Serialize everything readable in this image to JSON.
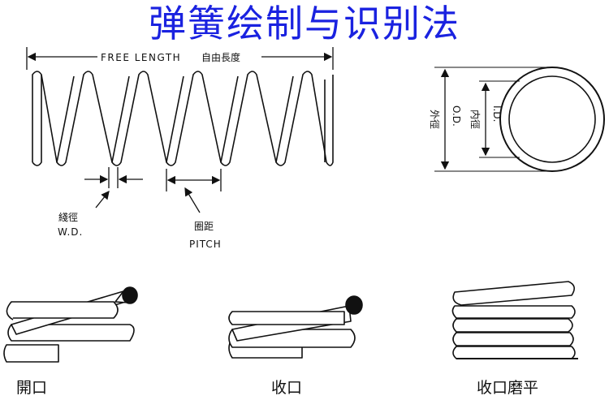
{
  "title": "弹簧绘制与识别法",
  "free_length": {
    "en": "FREE LENGTH",
    "zh": "自由長度"
  },
  "wire_diameter": {
    "zh": "綫徑",
    "en": "W.D."
  },
  "pitch": {
    "zh": "圈距",
    "en": "PITCH"
  },
  "outer_diameter": {
    "zh": "外徑",
    "en": "O.D."
  },
  "inner_diameter": {
    "zh": "内徑",
    "en": "I.D."
  },
  "end_types": [
    {
      "label": "開口"
    },
    {
      "label": "收口"
    },
    {
      "label": "收口磨平"
    }
  ],
  "colors": {
    "title": "#1a22e0",
    "ink": "#111111"
  }
}
